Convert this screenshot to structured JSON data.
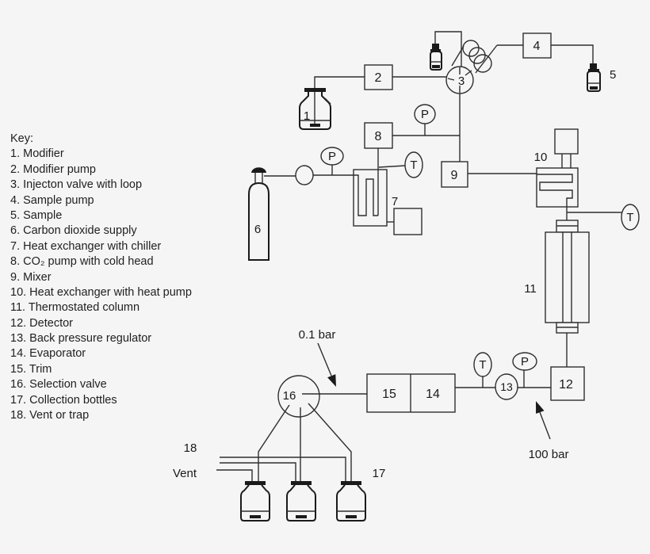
{
  "key": {
    "title": "Key:",
    "items": [
      "1. Modifier",
      "2. Modifier pump",
      "3. Injecton valve with loop",
      "4. Sample pump",
      "5. Sample",
      "6. Carbon dioxide supply",
      "7. Heat exchanger with chiller",
      "8. CO₂ pump with cold head",
      "9. Mixer",
      "10. Heat exchanger with heat pump",
      "11. Thermostated column",
      "12. Detector",
      "13. Back pressure regulator",
      "14. Evaporator",
      "15. Trim",
      "16. Selection valve",
      "17. Collection bottles",
      "18. Vent or trap"
    ]
  },
  "diagram": {
    "labels": {
      "modifier": "1",
      "modifier_pump": "2",
      "injection_valve": "3",
      "sample_pump": "4",
      "sample": "5",
      "co2_supply": "6",
      "hx_chiller": "7",
      "co2_pump": "8",
      "mixer": "9",
      "hx_heat_pump": "10",
      "column": "11",
      "detector": "12",
      "bpr": "13",
      "evaporator": "14",
      "trim": "15",
      "selection_valve": "16",
      "collection_bottles": "17",
      "vent_trap": "18",
      "pressure": "P",
      "temperature": "T",
      "vent": "Vent",
      "low_pressure": "0.1 bar",
      "high_pressure": "100 bar"
    },
    "colors": {
      "line": "#2e2e2e",
      "background": "#f5f5f5",
      "text": "#1a1a1a"
    }
  }
}
